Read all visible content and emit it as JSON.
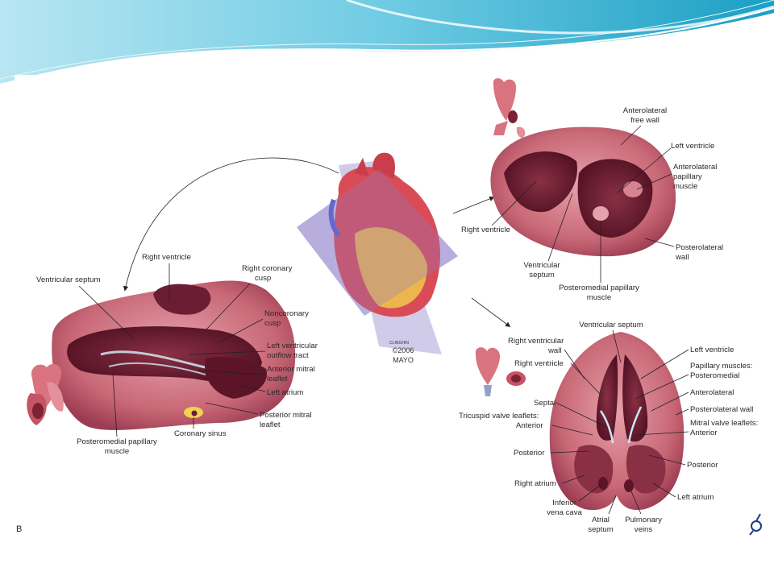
{
  "panel_letter": "B",
  "credit": {
    "small": "CLINGHIN",
    "year": "©2006",
    "org": "MAYO"
  },
  "colors": {
    "wave_dark": "#1aa8c9",
    "wave_light": "#a9e1ef",
    "muscle": "#c96a78",
    "muscle_dark": "#8e2f45",
    "chamber": "#6b1d33",
    "plane": "#8a7cc9"
  },
  "left_section": {
    "labels": {
      "ventricular_septum": "Ventricular septum",
      "right_ventricle": "Right ventricle",
      "right_coronary_cusp": [
        "Right coronary",
        "cusp"
      ],
      "noncoronary_cusp": [
        "Noncoronary",
        "cusp"
      ],
      "lv_outflow_tract": [
        "Left ventricular",
        "outflow tract"
      ],
      "anterior_mitral_leaflet": [
        "Anterior mitral",
        "leaflet"
      ],
      "left_atrium": "Left atrium",
      "posterior_mitral_leaflet": [
        "Posterior mitral",
        "leaflet"
      ],
      "coronary_sinus": "Coronary sinus",
      "posteromedial_papillary_muscle": [
        "Posteromedial papillary",
        "muscle"
      ]
    }
  },
  "short_axis_section": {
    "labels": {
      "anterolateral_free_wall": [
        "Anterolateral",
        "free wall"
      ],
      "left_ventricle": "Left ventricle",
      "anterolateral_papillary_muscle": [
        "Anterolateral",
        "papillary",
        "muscle"
      ],
      "right_ventricle": "Right ventricle",
      "posterolateral_wall": [
        "Posterolateral",
        "wall"
      ],
      "ventricular_septum": [
        "Ventricular",
        "septum"
      ],
      "posteromedial_papillary_muscle": [
        "Posteromedial papillary",
        "muscle"
      ]
    }
  },
  "four_chamber_section": {
    "labels": {
      "ventricular_septum": "Ventricular septum",
      "right_ventricular_wall": [
        "Right ventricular",
        "wall"
      ],
      "right_ventricle": "Right ventricle",
      "left_ventricle": "Left ventricle",
      "papillary_muscles": [
        "Papillary muscles:",
        "Posteromedial"
      ],
      "anterolateral": "Anterolateral",
      "posterolateral_wall": "Posterolateral wall",
      "septal": "Septal",
      "tricuspid_leaflets": [
        "Tricuspid valve leaflets:",
        "Anterior"
      ],
      "mitral_leaflets": [
        "Mitral valve leaflets:",
        "Anterior"
      ],
      "posterior_left": "Posterior",
      "posterior_right": "Posterior",
      "right_atrium": "Right atrium",
      "left_atrium": "Left atrium",
      "inferior_vena_cava": [
        "Inferior",
        "vena cava"
      ],
      "atrial_septum": [
        "Atrial",
        "septum"
      ],
      "pulmonary_veins": [
        "Pulmonary",
        "veins"
      ]
    }
  }
}
